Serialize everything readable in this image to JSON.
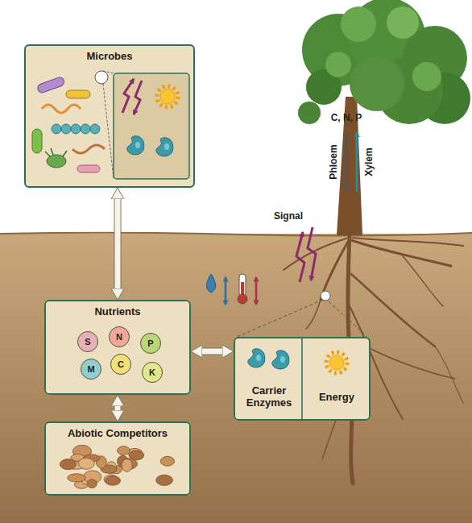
{
  "diagram": {
    "nodes": [
      {
        "text": [
          "Microbes"
        ]
      },
      {
        "text": [
          "Nutrients"
        ]
      },
      {
        "text": [
          "S"
        ],
        "in": 1
      },
      {
        "text": [
          "N"
        ],
        "in": 1
      },
      {
        "text": [
          "P"
        ],
        "in": 1
      },
      {
        "text": [
          "M"
        ],
        "in": 1
      },
      {
        "text": [
          "C"
        ],
        "in": 1
      },
      {
        "text": [
          "K"
        ],
        "in": 1
      },
      {
        "text": [
          "Abiotic Competitors"
        ]
      },
      {
        "text": [
          "Carrier Enzymes",
          "Energy"
        ]
      }
    ],
    "edges": [
      {
        "from": 0,
        "to": 1,
        "arrow": "both"
      },
      {
        "from": 1,
        "to": 8,
        "arrow": "both"
      },
      {
        "from": 1,
        "to": 9,
        "arrow": "both"
      }
    ],
    "labels": [
      "C, N, P",
      "Phloem",
      "Xylem",
      "Signal"
    ]
  }
}
